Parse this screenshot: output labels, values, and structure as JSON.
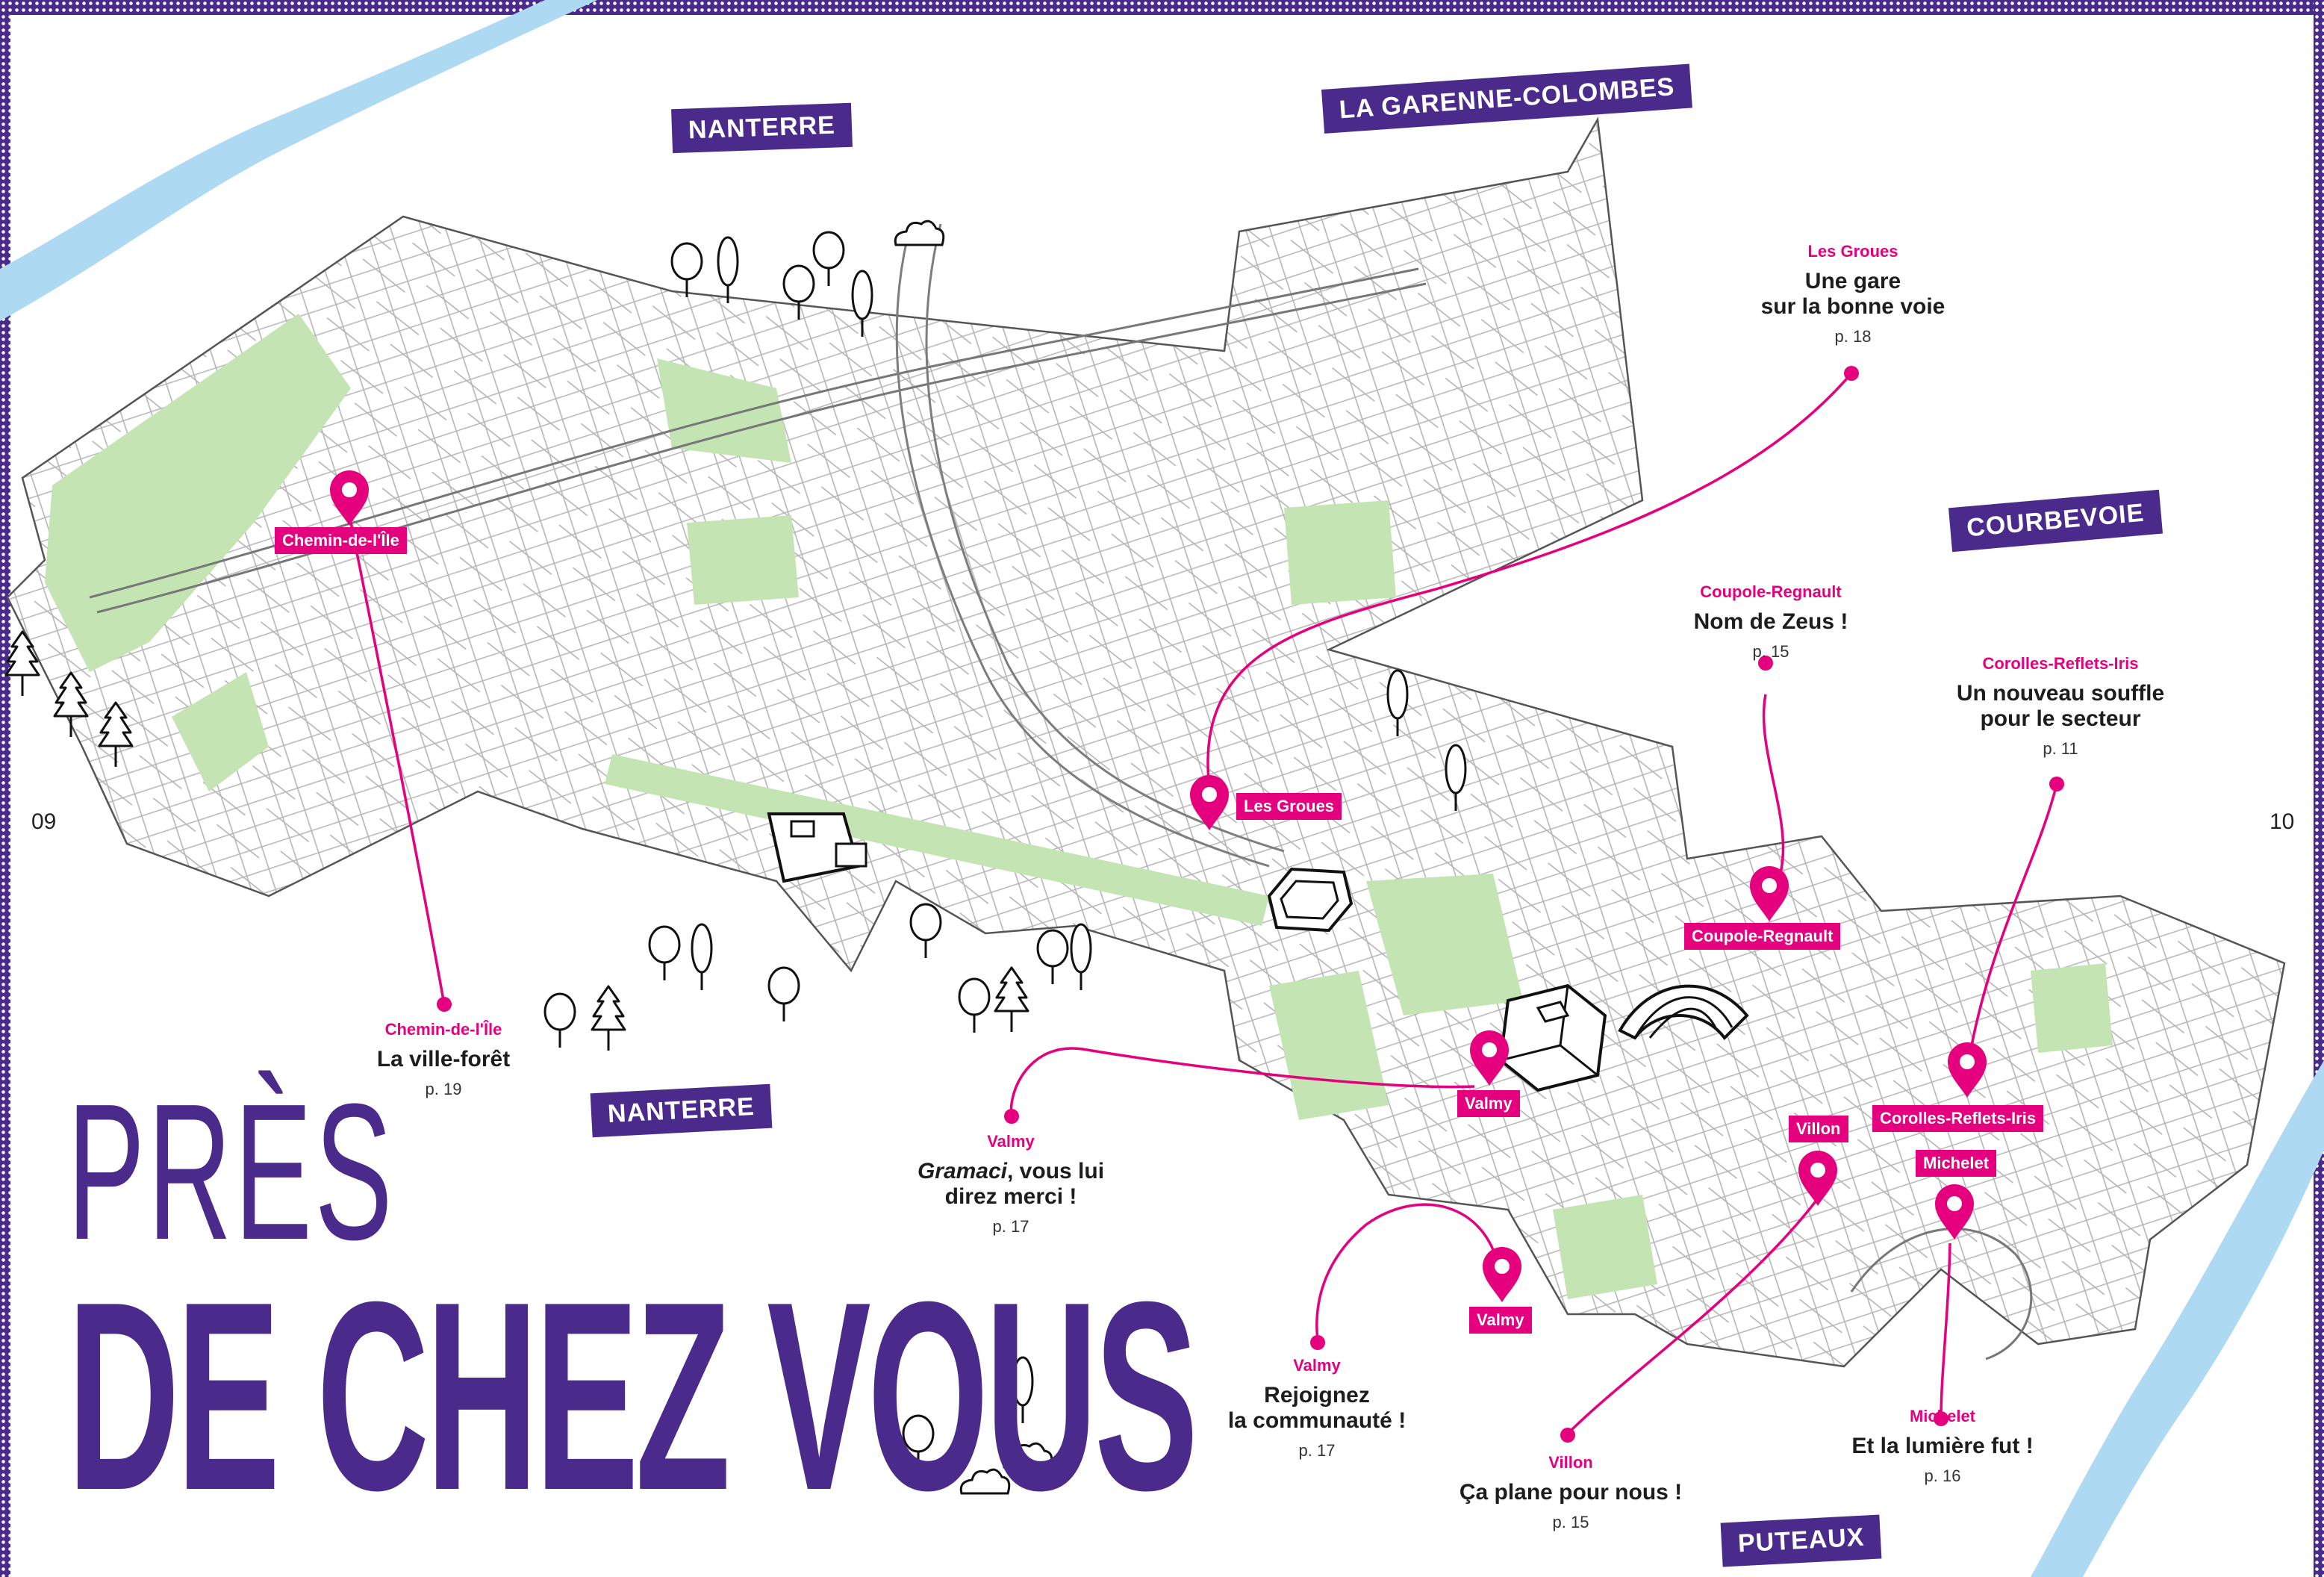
{
  "page_numbers": {
    "left": "09",
    "right": "10"
  },
  "title": {
    "line1": "PRÈS",
    "line2": "DE CHEZ VOUS"
  },
  "town_tags": {
    "nanterre_top": "NANTERRE",
    "la_garenne": "LA GARENNE-COLOMBES",
    "courbevoie": "COURBEVOIE",
    "nanterre_bottom": "NANTERRE",
    "puteaux": "PUTEAUX"
  },
  "pins": {
    "chemin": "Chemin-de-l'Île",
    "groues": "Les Groues",
    "coupole": "Coupole-Regnault",
    "valmy_1": "Valmy",
    "valmy_2": "Valmy",
    "villon": "Villon",
    "corolles": "Corolles-Reflets-Iris",
    "michelet": "Michelet"
  },
  "articles": {
    "groues": {
      "category": "Les Groues",
      "title_line1": "Une gare",
      "title_line2": "sur la bonne voie",
      "page": "p. 18"
    },
    "coupole": {
      "category": "Coupole-Regnault",
      "title_line1": "Nom de Zeus !",
      "page": "p. 15"
    },
    "corolles": {
      "category": "Corolles-Reflets-Iris",
      "title_line1": "Un nouveau souffle",
      "title_line2": "pour le secteur",
      "page": "p. 11"
    },
    "chemin": {
      "category": "Chemin-de-l'Île",
      "title_line1": "La ville-forêt",
      "page": "p. 19"
    },
    "valmy_1": {
      "category": "Valmy",
      "title_italic": "Gramaci",
      "title_rest": ", vous lui",
      "title_line2": "direz merci !",
      "page": "p. 17"
    },
    "valmy_2": {
      "category": "Valmy",
      "title_line1": "Rejoignez",
      "title_line2": "la communauté !",
      "page": "p. 17"
    },
    "villon": {
      "category": "Villon",
      "title_line1": "Ça plane pour nous !",
      "page": "p. 15"
    },
    "michelet": {
      "category": "Michelet",
      "title_line1": "Et la lumière fut !",
      "page": "p. 16"
    }
  },
  "colors": {
    "purple": "#4a2b8c",
    "magenta": "#e5007d",
    "river": "#aed9f2",
    "park": "#c5e4b4",
    "map_line": "#8f8f8f"
  }
}
